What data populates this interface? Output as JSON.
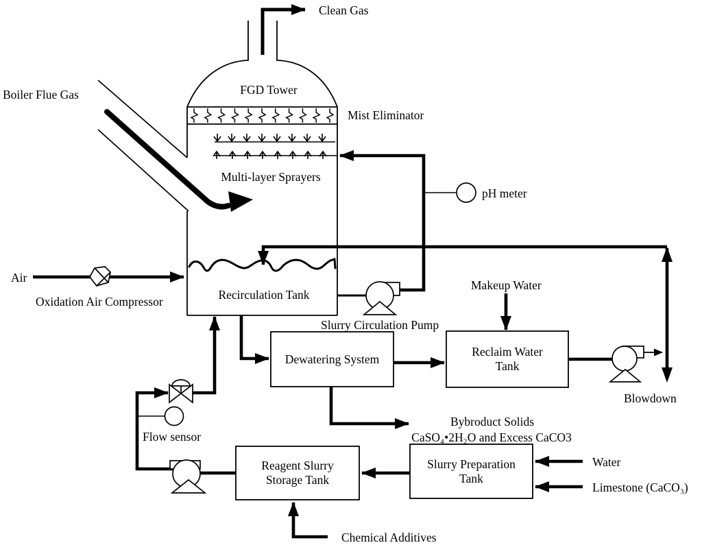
{
  "colors": {
    "ink": "#000000",
    "background": "#ffffff"
  },
  "tower": {
    "title": "FGD Tower",
    "mist_eliminator": "Mist Eliminator",
    "sprayers": "Multi-layer Sprayers",
    "recirculation_tank": "Recirculation Tank"
  },
  "streams": {
    "clean_gas": "Clean Gas",
    "boiler_flue_gas": "Boiler Flue Gas",
    "air": "Air",
    "makeup_water": "Makeup Water",
    "blowdown": "Blowdown",
    "water": "Water",
    "limestone": "Limestone (CaCO₃)",
    "chemical_additives": "Chemical Additives",
    "byproduct": [
      "Bybroduct Solids",
      "CaSO₄•2H₂O and Excess CaCO3"
    ]
  },
  "equipment": {
    "ph_meter": "pH meter",
    "oxidation_air_compressor": "Oxidation Air Compressor",
    "slurry_circulation_pump": "Slurry Circulation Pump",
    "flow_sensor": "Flow sensor",
    "dewatering_system": "Dewatering System",
    "reclaim_water_tank": [
      "Reclaim Water",
      "Tank"
    ],
    "reagent_slurry_storage_tank": [
      "Reagent Slurry",
      "Storage Tank"
    ],
    "slurry_preparation_tank": [
      "Slurry Preparation",
      "Tank"
    ]
  }
}
